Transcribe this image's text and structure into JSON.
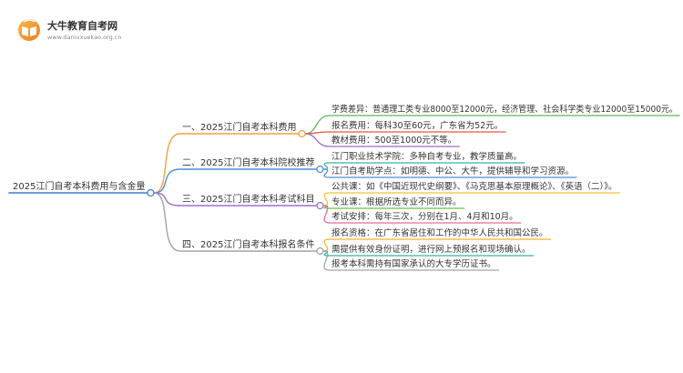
{
  "logo": {
    "name": "大牛教育自考网",
    "url": "www.daniuxuekao.org.cn",
    "icon": "book-badge-icon"
  },
  "root": "2025江门自考本科费用与含金量",
  "branches": [
    {
      "label": "一、2025江门自考本科费用",
      "children": [
        "学费差异：普通理工类专业8000至12000元，经济管理、社会科学类专业12000至15000元。",
        "报名费用：每科30至60元，广东省为52元。",
        "教材费用：500至1000元不等。"
      ]
    },
    {
      "label": "二、2025江门自考本科院校推荐",
      "children": [
        "江门职业技术学院：多种自考专业，教学质量高。",
        "江门自考助学点：如明德、中公、大牛，提供辅导和学习资源。"
      ]
    },
    {
      "label": "三、2025江门自考本科考试科目",
      "children": [
        "公共课：如《中国近现代史纲要》、《马克思基本原理概论》、《英语（二）》。",
        "专业课：根据所选专业不同而异。",
        "考试安排：每年三次，分别在1月、4月和10月。"
      ]
    },
    {
      "label": "四、2025江门自考本科报名条件",
      "children": [
        "报名资格：在广东省居住和工作的中华人民共和国公民。",
        "需提供有效身份证明，进行网上预报名和现场确认。",
        "报考本科需持有国家承认的大专学历证书。"
      ]
    }
  ],
  "colors": {
    "root": "#3f7fd0",
    "branches": [
      "#f5a040",
      "#4a8fd8",
      "#9a72cc",
      "#a0a4a8"
    ],
    "children": [
      [
        "#5cb85c",
        "#e5534b",
        "#9b6cc9"
      ],
      [
        "#33b3a6",
        "#4a8fd8"
      ],
      [
        "#f2c230",
        "#6abf4b",
        "#e86aa0"
      ],
      [
        "#f0b429",
        "#33b3a6",
        "#a0a4a8"
      ]
    ],
    "logo": "#f29a2e"
  }
}
